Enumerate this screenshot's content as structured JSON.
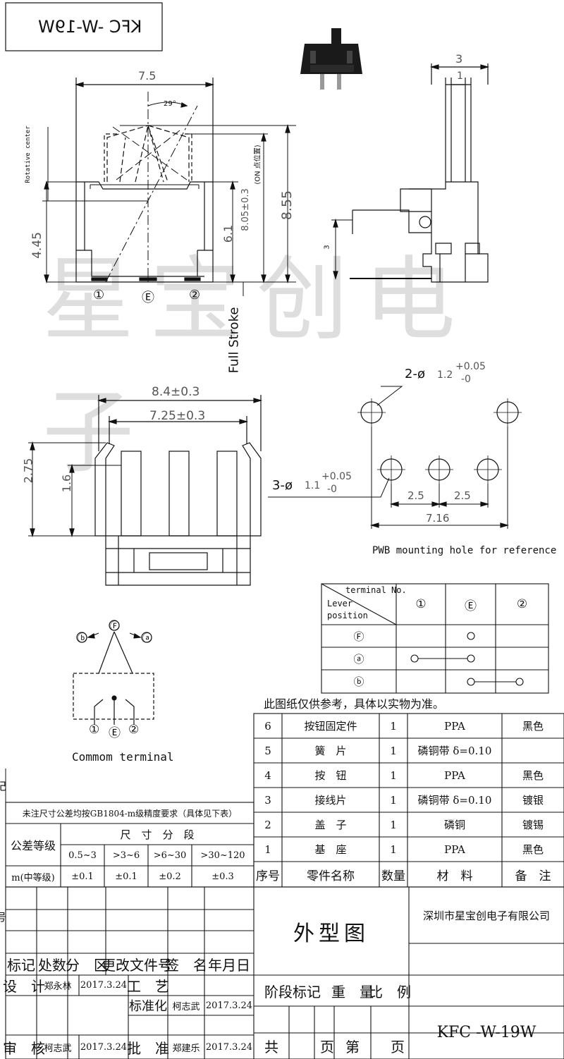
{
  "part_code": "KFC -W-19W",
  "dims": {
    "width": "7.5",
    "angle": "29°",
    "rot_center": "Rotative center",
    "on_pos": "(ON 点位置)",
    "h_805": "8.05±0.3",
    "h_855": "8.55",
    "h_61": "6.1",
    "h_445": "4.45",
    "full_stroke": "Full Stroke",
    "side_3": "3",
    "side_1": "1",
    "side_h3": "3",
    "w_84": "8.4±0.3",
    "w_725": "7.25±0.3",
    "h_275": "2.75",
    "h_16": "1.6",
    "hole_2_prefix": "2-ø",
    "hole_2_dia": "1.2",
    "hole_2_tol_plus": "+0.05",
    "hole_2_tol_minus": "-0",
    "hole_3_prefix": "3-ø",
    "hole_3_dia": "1.1",
    "hole_3_tol_plus": "+0.05",
    "hole_3_tol_minus": "-0",
    "pitch_a": "2.5",
    "pitch_b": "2.5",
    "span": "7.16",
    "pwb_note": "PWB mounting hole for reference"
  },
  "terminal_marks": [
    "①",
    "Ⓔ",
    "②"
  ],
  "schematic": {
    "f": "Ⓕ",
    "a": "ⓐ",
    "b": "ⓑ",
    "t1": "①",
    "te": "Ⓔ",
    "t2": "②",
    "caption": "Commom terminal"
  },
  "terminal_table": {
    "header_top": "terminal No.",
    "header_bottom_1": "Lever",
    "header_bottom_2": "position",
    "cols": [
      "①",
      "Ⓔ",
      "②"
    ],
    "rows": [
      "Ⓕ",
      "ⓐ",
      "ⓑ"
    ]
  },
  "ref_note": "此图纸仅供参考，具体以实物为准。",
  "parts": [
    {
      "no": "6",
      "name": "按钮固定件",
      "qty": "1",
      "material": "PPA",
      "remark": "黑色"
    },
    {
      "no": "5",
      "name": "簧　片",
      "qty": "1",
      "material": "磷铜带 δ=0.10",
      "remark": ""
    },
    {
      "no": "4",
      "name": "按　钮",
      "qty": "1",
      "material": "PPA",
      "remark": "黑色"
    },
    {
      "no": "3",
      "name": "接线片",
      "qty": "1",
      "material": "磷铜带 δ=0.10",
      "remark": "镀银"
    },
    {
      "no": "2",
      "name": "盖　子",
      "qty": "1",
      "material": "磷铜",
      "remark": "镀锡"
    },
    {
      "no": "1",
      "name": "基　座",
      "qty": "1",
      "material": "PPA",
      "remark": "黑色"
    }
  ],
  "parts_header": {
    "no": "序号",
    "name": "零件名称",
    "qty": "数量",
    "material": "材　料",
    "remark": "备　注"
  },
  "tolerance": {
    "title": "未注尺寸公差均按GB1804-m级精度要求（具体见下表）",
    "grade": "公差等级",
    "size_segment": "尺　寸　分　段",
    "ranges": [
      "0.5~3",
      ">3~6",
      ">6~30",
      ">30~120"
    ],
    "row_label": "m(中等级)",
    "values": [
      "±0.1",
      "±0.1",
      "±0.2",
      "±0.3"
    ]
  },
  "title_block": {
    "company": "深圳市星宝创电子有限公司",
    "drawing_title": "外型图",
    "rev_headers": [
      "标记",
      "处数",
      "分　区",
      "更改文件号",
      "签　名",
      "年月日"
    ],
    "design_label": "设　计",
    "designer": "郑永林",
    "design_date": "2017.3.24",
    "craft_label": "工　艺",
    "std_label": "标准化",
    "std_name": "柯志武",
    "std_date": "2017.3.24",
    "review_label": "审　核",
    "reviewer": "柯志武",
    "review_date": "2017.3.24",
    "approve_label": "批　准",
    "approver": "郑建乐",
    "approve_date": "2017.3.24",
    "stage": "阶段标记",
    "weight": "重　量",
    "scale": "比　例",
    "total": "共",
    "page": "页",
    "nth": "第",
    "page2": "页",
    "code": "KFC -W-19W"
  },
  "side_fragments": [
    "记",
    "号"
  ],
  "watermark": "星宝创电子"
}
